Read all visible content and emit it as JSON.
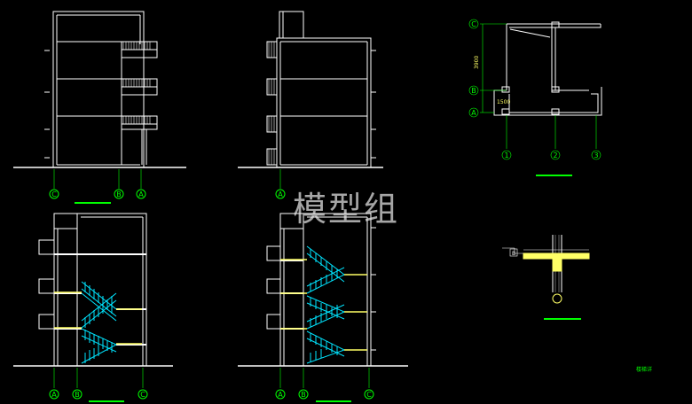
{
  "watermark": "模型组",
  "corner_note": "楼梯详",
  "colors": {
    "background": "#000000",
    "lines": "#ffffff",
    "axis": "#00ff00",
    "stair": "#00e5ff",
    "slab": "#ffff66"
  },
  "elevation_left": {
    "axes": [
      "C",
      "B",
      "A"
    ]
  },
  "elevation_mid": {
    "axes": [
      "A"
    ]
  },
  "section_left": {
    "axes": [
      "A",
      "B",
      "C"
    ]
  },
  "section_right": {
    "axes": [
      "A",
      "B",
      "C"
    ]
  },
  "plan": {
    "axes_rows": [
      "C",
      "B",
      "A"
    ],
    "axes_cols": [
      "1",
      "2",
      "3"
    ],
    "dims": [
      "3900",
      "1500"
    ]
  },
  "detail": {
    "label": "B"
  }
}
